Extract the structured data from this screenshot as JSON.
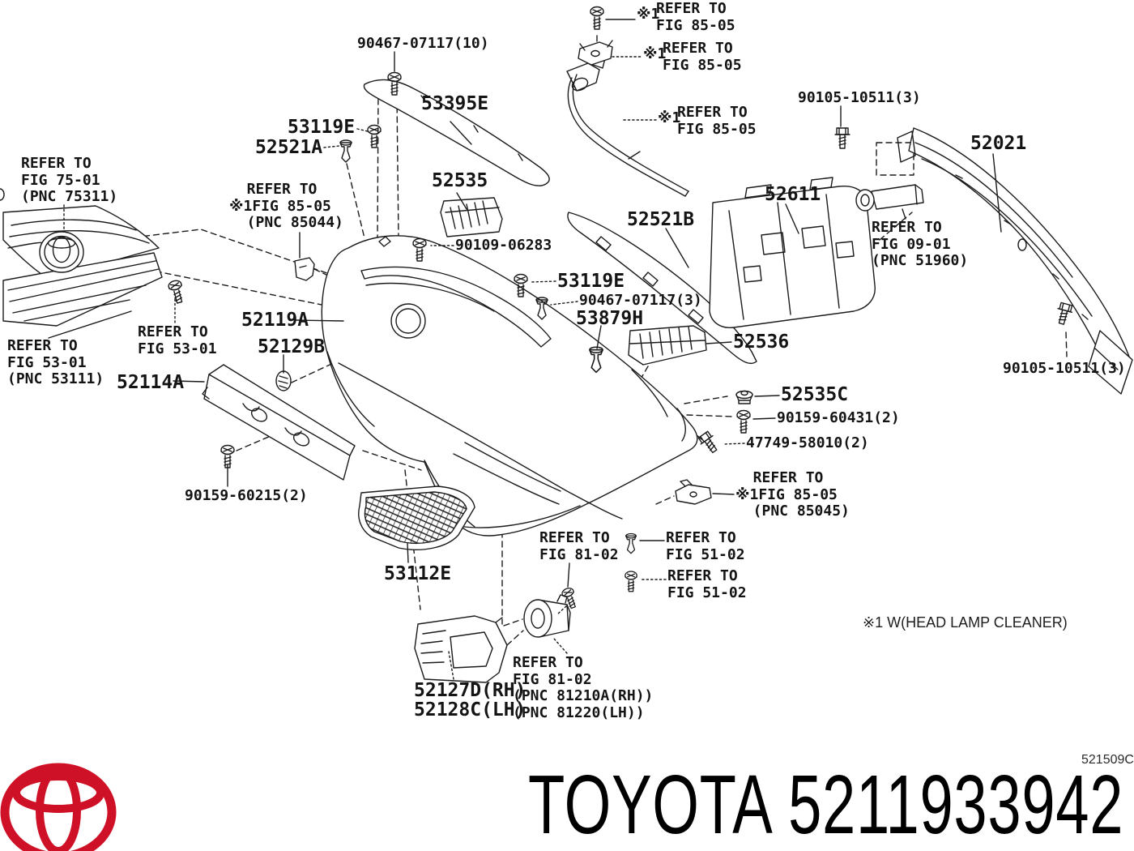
{
  "footer": {
    "brand": "TOYOTA",
    "part_number": "5211933942",
    "diagram_code": "521509C"
  },
  "notes": {
    "headlamp_cleaner": "※1 W(HEAD LAMP CLEANER)",
    "asterisk": "※1"
  },
  "part_labels": {
    "p90467_07117_10": "90467-07117(10)",
    "p90105_10511_3": "90105-10511(3)",
    "p53395E": "53395E",
    "p53119E": "53119E",
    "p52521A": "52521A",
    "p52535": "52535",
    "p52021": "52021",
    "p52611": "52611",
    "p52521B": "52521B",
    "p90109_06283": "90109-06283",
    "p52119A": "52119A",
    "p52129B": "52129B",
    "p90467_07117_3": "90467-07117(3)",
    "p53879H": "53879H",
    "p52536": "52536",
    "p52114A": "52114A",
    "p52535C": "52535C",
    "p90159_60431_2": "90159-60431(2)",
    "p47749_58010_2": "47749-58010(2)",
    "p90159_60215_2": "90159-60215(2)",
    "p53112E": "53112E",
    "p52127_52128": "52127D(RH)\n52128C(LH)"
  },
  "ref_labels": {
    "fig75_01": "REFER TO\nFIG 75-01\n(PNC 75311)",
    "fig85_05": "REFER TO\nFIG 85-05",
    "fig85_05_pnc85044": "  REFER TO\n※1FIG 85-05\n  (PNC 85044)",
    "fig85_05_pnc85045": "  REFER TO\n※1FIG 85-05\n  (PNC 85045)",
    "fig09_01": "REFER TO\nFIG 09-01\n(PNC 51960)",
    "fig53_01_pnc53111": "REFER TO\nFIG 53-01\n(PNC 53111)",
    "fig53_01": "REFER TO\nFIG 53-01",
    "fig81_02": "REFER TO\nFIG 81-02",
    "fig81_02_pnc": "REFER TO\nFIG 81-02\n(PNC 81210A(RH))\n(PNC 81220(LH))",
    "fig51_02": "REFER TO\nFIG 51-02"
  }
}
